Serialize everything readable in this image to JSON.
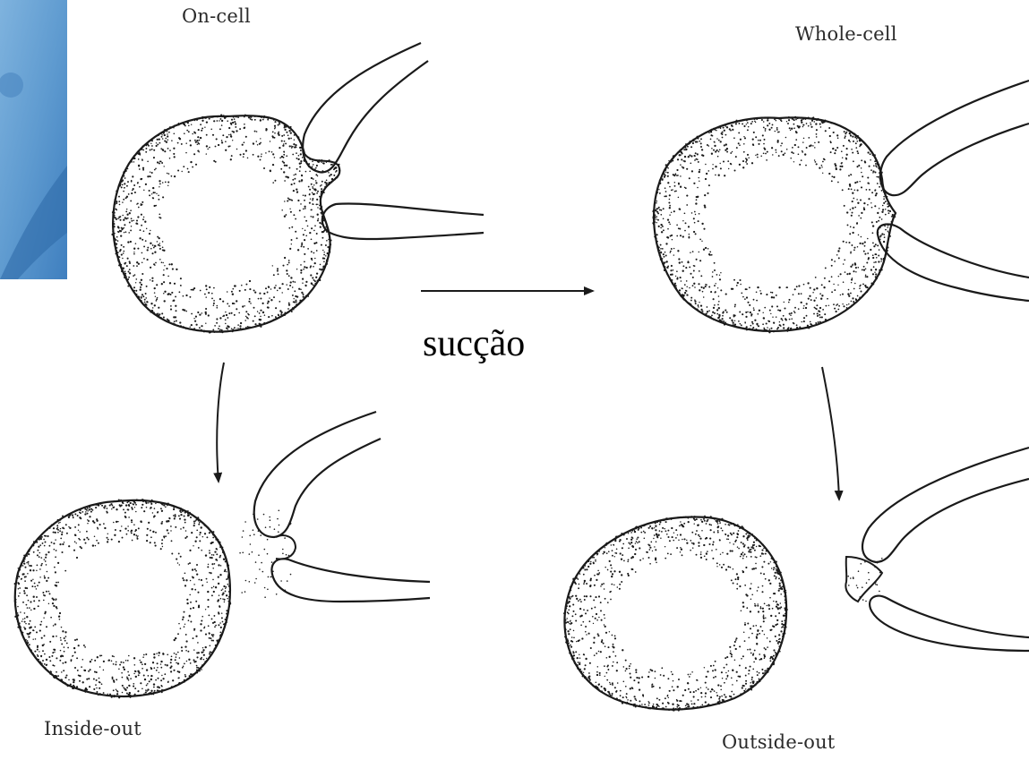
{
  "labels": {
    "on_cell": "On-cell",
    "whole_cell": "Whole-cell",
    "inside_out": "Inside-out",
    "outside_out": "Outside-out",
    "suction": "sucção"
  },
  "colors": {
    "ink": "#1a1a1a",
    "background": "#ffffff",
    "photo_blue": "#5f9bd0"
  }
}
